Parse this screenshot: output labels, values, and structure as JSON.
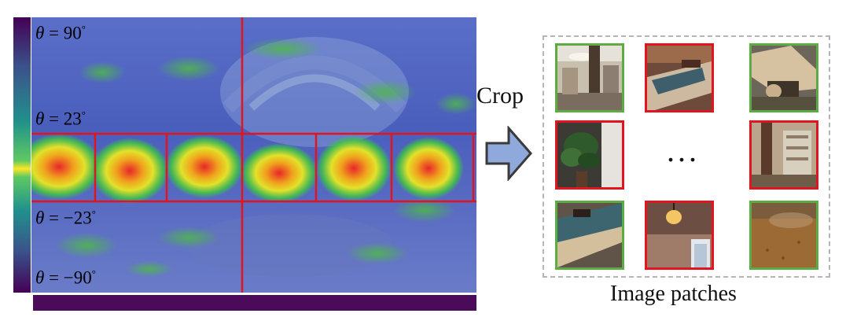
{
  "theta_labels": [
    {
      "symbol": "θ",
      "eq": " = ",
      "value": "90",
      "deg": "°"
    },
    {
      "symbol": "θ",
      "eq": " = ",
      "value": "23",
      "deg": "°"
    },
    {
      "symbol": "θ",
      "eq": " = ",
      "value": "−23",
      "deg": "°"
    },
    {
      "symbol": "θ",
      "eq": " = ",
      "value": "−90",
      "deg": "°"
    }
  ],
  "crop_label": "Crop",
  "ellipsis": "...",
  "patches_label": "Image patches",
  "colors": {
    "grid_line": "#e2141f",
    "patch_green": "#5cab43",
    "patch_red": "#e2141f",
    "arrow_fill": "#8fa9dc",
    "arrow_stroke": "#3a3a3a"
  },
  "patches": [
    {
      "border": "green",
      "scene": "room-with-column"
    },
    {
      "border": "red",
      "scene": "table-with-tray"
    },
    {
      "border": "green",
      "scene": "wooden-bench"
    },
    {
      "border": "red",
      "scene": "potted-plant"
    },
    {
      "border": "red",
      "scene": "shelf-and-column"
    },
    {
      "border": "green",
      "scene": "table-corner"
    },
    {
      "border": "red",
      "scene": "hanging-lamp"
    },
    {
      "border": "green",
      "scene": "wooden-floor"
    }
  ]
}
